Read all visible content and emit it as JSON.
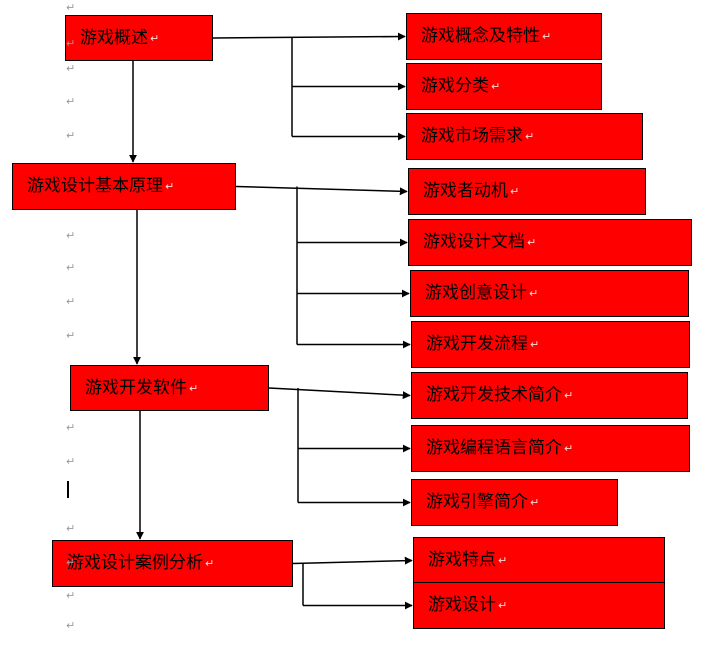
{
  "colors": {
    "box_fill": "#ff0000",
    "box_border": "#000000",
    "line": "#000000",
    "text": "#000000"
  },
  "paragraph_mark": "↵",
  "nodes": [
    {
      "id": "n1",
      "label": "游戏概述",
      "role": "main"
    },
    {
      "id": "n2",
      "label": "游戏设计基本原理",
      "role": "main"
    },
    {
      "id": "n3",
      "label": "游戏开发软件",
      "role": "main"
    },
    {
      "id": "n4",
      "label": "游戏设计案例分析",
      "role": "main"
    },
    {
      "id": "c1",
      "label": "游戏概念及特性",
      "role": "sub",
      "parent": "n1"
    },
    {
      "id": "c2",
      "label": "游戏分类",
      "role": "sub",
      "parent": "n1"
    },
    {
      "id": "c3",
      "label": "游戏市场需求",
      "role": "sub",
      "parent": "n1"
    },
    {
      "id": "c4",
      "label": "游戏者动机",
      "role": "sub",
      "parent": "n2"
    },
    {
      "id": "c5",
      "label": "游戏设计文档",
      "role": "sub",
      "parent": "n2"
    },
    {
      "id": "c6",
      "label": "游戏创意设计",
      "role": "sub",
      "parent": "n2"
    },
    {
      "id": "c7",
      "label": "游戏开发流程",
      "role": "sub",
      "parent": "n2"
    },
    {
      "id": "c8",
      "label": "游戏开发技术简介",
      "role": "sub",
      "parent": "n3"
    },
    {
      "id": "c9",
      "label": "游戏编程语言简介",
      "role": "sub",
      "parent": "n3"
    },
    {
      "id": "c10",
      "label": "游戏引擎简介",
      "role": "sub",
      "parent": "n3"
    },
    {
      "id": "c11",
      "label": "游戏特点",
      "role": "sub",
      "parent": "n4"
    },
    {
      "id": "c12",
      "label": "游戏设计",
      "role": "sub",
      "parent": "n4"
    }
  ],
  "sequence": [
    "n1",
    "n2",
    "n3",
    "n4"
  ]
}
